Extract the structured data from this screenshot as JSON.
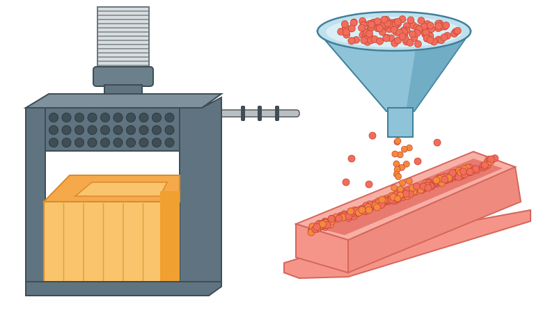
{
  "colors": {
    "background": "#ffffff",
    "frame": "#5f7480",
    "frame_dark": "#46565f",
    "frame_light": "#7d929d",
    "hole": "#3f4d55",
    "cylinder": "#d8dde0",
    "cylinder_ridge": "#8e979c",
    "box_front": "#f9c46b",
    "box_top": "#f5a94a",
    "box_side": "#f0a030",
    "funnel": "#8ec3d8",
    "funnel_dark": "#5f9fba",
    "bead": "#f26d5b",
    "bead_orange": "#f58a3c",
    "trough": "#f5958a",
    "trough_dark": "#e87a6f",
    "trough_light": "#f8b0a6"
  },
  "icons": {
    "press": "hydraulic-press-illustration",
    "funnel": "funnel-illustration",
    "trough": "mold-trough-illustration"
  }
}
